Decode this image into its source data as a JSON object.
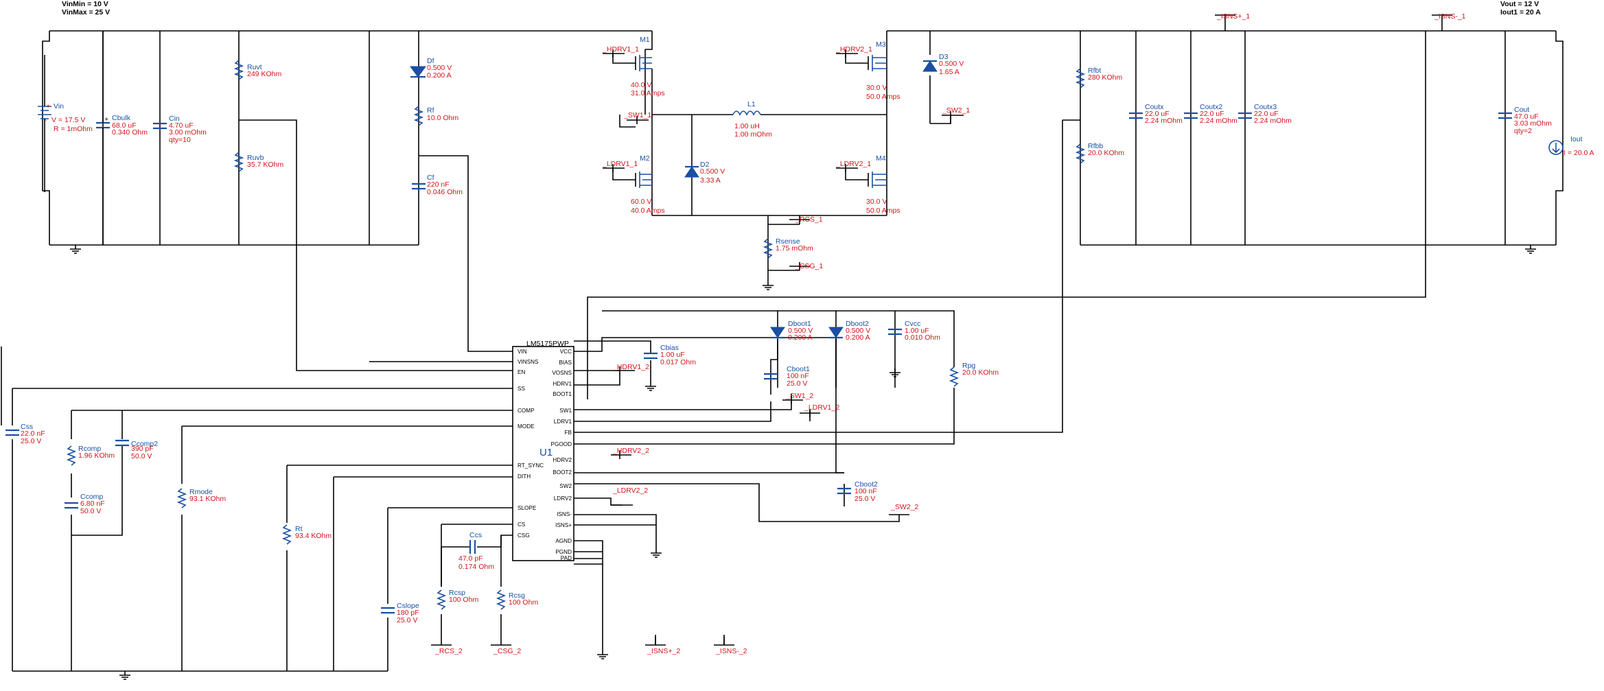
{
  "header": {
    "vin_min": "VinMin = 10 V",
    "vin_max": "VinMax = 25 V",
    "vout": "Vout = 12 V",
    "iout": "Iout1 = 20 A"
  },
  "ic": {
    "part": "LM5175PWP",
    "ref": "U1",
    "pins_left": [
      "VIN",
      "VINSNS",
      "EN",
      "SS",
      "COMP",
      "MODE",
      "RT_SYNC",
      "DITH",
      "SLOPE",
      "CS",
      "CSG"
    ],
    "pins_right": [
      "VCC",
      "BIAS",
      "VOSNS",
      "HDRV1",
      "BOOT1",
      "SW1",
      "LDRV1",
      "FB",
      "PGOOD",
      "HDRV2",
      "BOOT2",
      "SW2",
      "LDRV2",
      "ISNS-",
      "ISNS+",
      "AGND",
      "PGND",
      "PAD"
    ]
  },
  "nets": {
    "hdrv1_1": "_HDRV1_1",
    "sw1_1": "_SW1_1",
    "ldrv1_1": "_LDRV1_1",
    "hdrv2_1": "_HDRV2_1",
    "sw2_1": "_SW2_1",
    "ldrv2_1": "_LDRV2_1",
    "rcs_1": "_RCS_1",
    "csg_1": "_CSG_1",
    "isnsp_1": "_ISNS+_1",
    "isnsm_1": "_ISNS-_1",
    "hdrv1_2": "_HDRV1_2",
    "sw1_2": "_SW1_2",
    "ldrv1_2": "_LDRV1_2",
    "hdrv2_2": "_HDRV2_2",
    "ldrv2_2": "_LDRV2_2",
    "sw2_2": "_SW2_2",
    "rcs_2": "_RCS_2",
    "csg_2": "_CSG_2",
    "isnsp_2": "_ISNS+_2",
    "isnsm_2": "_ISNS-_2"
  },
  "components": {
    "vin": {
      "name": "Vin",
      "plus": "+",
      "v1": "V = 17.5 V",
      "v2": "R = 1mOhm",
      "minus": "-"
    },
    "cbulk": {
      "name": "Cbulk",
      "v1": "68.0 uF",
      "v2": "0.340 Ohm",
      "plus": "+"
    },
    "cin": {
      "name": "Cin",
      "v1": "4.70 uF",
      "v2": "3.00 mOhm",
      "v3": "qty=10"
    },
    "ruv1": {
      "name": "Ruvt",
      "v1": "249 KOhm"
    },
    "ruvb": {
      "name": "Ruvb",
      "v1": "35.7 KOhm"
    },
    "df": {
      "name": "Df",
      "v1": "0.500 V",
      "v2": "0.200 A"
    },
    "rf": {
      "name": "Rf",
      "v1": "10.0 Ohm"
    },
    "cf": {
      "name": "Cf",
      "v1": "220 nF",
      "v2": "0.046 Ohm"
    },
    "m1": {
      "name": "M1",
      "v1": "40.0 V",
      "v2": "31.0 Amps"
    },
    "m2": {
      "name": "M2",
      "v1": "60.0 V",
      "v2": "40.0 Amps"
    },
    "d2": {
      "name": "D2",
      "v1": "0.500 V",
      "v2": "3.33 A"
    },
    "l1": {
      "name": "L1",
      "v1": "1.00 uH",
      "v2": "1.00 mOhm"
    },
    "m3": {
      "name": "M3",
      "v1": "30.0 V",
      "v2": "50.0 Amps"
    },
    "m4": {
      "name": "M4",
      "v1": "30.0 V",
      "v2": "50.0 Amps"
    },
    "d3": {
      "name": "D3",
      "v1": "0.500 V",
      "v2": "1.65 A"
    },
    "rsense": {
      "name": "Rsense",
      "v1": "1.75 mOhm"
    },
    "rfbt": {
      "name": "Rfbt",
      "v1": "280 KOhm"
    },
    "rfbb": {
      "name": "Rfbb",
      "v1": "20.0 KOhm"
    },
    "coutx": {
      "name": "Coutx",
      "v1": "22.0 uF",
      "v2": "2.24 mOhm"
    },
    "coutx2": {
      "name": "Coutx2",
      "v1": "22.0 uF",
      "v2": "2.24 mOhm"
    },
    "coutx3": {
      "name": "Coutx3",
      "v1": "22.0 uF",
      "v2": "2.24 mOhm"
    },
    "cout": {
      "name": "Cout",
      "v1": "47.0 uF",
      "v2": "3.03 mOhm",
      "v3": "qty=2"
    },
    "iout": {
      "name": "Iout",
      "v1": "I = 20.0 A"
    },
    "cbias": {
      "name": "Cbias",
      "v1": "1.00 uF",
      "v2": "0.017 Ohm"
    },
    "dboot1": {
      "name": "Dboot1",
      "v1": "0.500 V",
      "v2": "0.200 A"
    },
    "dboot2": {
      "name": "Dboot2",
      "v1": "0.500 V",
      "v2": "0.200 A"
    },
    "cvcc": {
      "name": "Cvcc",
      "v1": "1.00 uF",
      "v2": "0.010 Ohm"
    },
    "cboot1": {
      "name": "Cboot1",
      "v1": "100 nF",
      "v2": "25.0 V"
    },
    "cboot2": {
      "name": "Cboot2",
      "v1": "100 nF",
      "v2": "25.0 V"
    },
    "rpg": {
      "name": "Rpg",
      "v1": "20.0 KOhm"
    },
    "css": {
      "name": "Css",
      "v1": "22.0 nF",
      "v2": "25.0 V"
    },
    "rcomp": {
      "name": "Rcomp",
      "v1": "1.96 KOhm"
    },
    "ccomp": {
      "name": "Ccomp",
      "v1": "6.80 nF",
      "v2": "50.0 V"
    },
    "ccomp2": {
      "name": "Ccomp2",
      "v1": "390 pF",
      "v2": "50.0 V"
    },
    "rmode": {
      "name": "Rmode",
      "v1": "93.1 KOhm"
    },
    "rt": {
      "name": "Rt",
      "v1": "93.4 KOhm"
    },
    "cslope": {
      "name": "Cslope",
      "v1": "180 pF",
      "v2": "25.0 V"
    },
    "ccs": {
      "name": "Ccs",
      "v1": "47.0 pF",
      "v2": "0.174 Ohm"
    },
    "rcsp": {
      "name": "Rcsp",
      "v1": "100 Ohm"
    },
    "rcsg": {
      "name": "Rcsg",
      "v1": "100 Ohm"
    }
  }
}
